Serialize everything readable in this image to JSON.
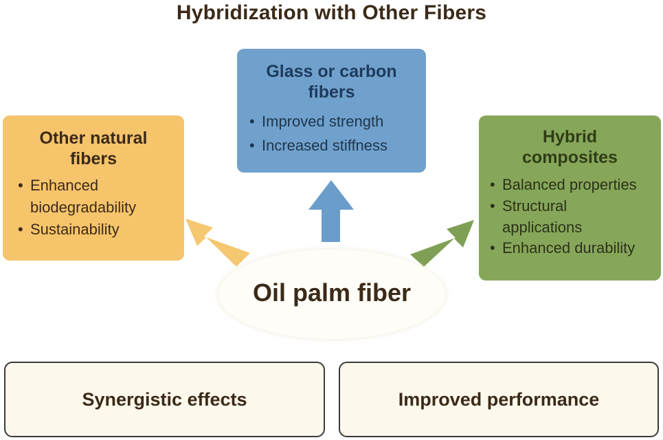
{
  "title": "Hybridization with Other Fibers",
  "center": {
    "label": "Oil palm fiber"
  },
  "boxes": {
    "left": {
      "heading_line1": "Other natural",
      "heading_line2": "fibers",
      "bullets": [
        "Enhanced",
        "biodegradability",
        "Sustainability"
      ]
    },
    "top": {
      "heading_line1": "Glass or carbon",
      "heading_line2": "fibers",
      "bullets": [
        "Improved strength",
        "Increased stiffness"
      ]
    },
    "right": {
      "heading_line1": "Hybrid",
      "heading_line2": "composites",
      "bullets": [
        "Balanced properties",
        "Structural",
        "applications",
        "Enhanced durability"
      ]
    }
  },
  "bottom": {
    "left": "Synergistic effects",
    "right": "Improved performance"
  },
  "colors": {
    "left_box": "#f6c46b",
    "top_box": "#6fa1cc",
    "right_box": "#86a65a",
    "left_arrow": "#f5c770",
    "top_arrow": "#6b9dcb",
    "right_arrow": "#7f9f55"
  }
}
